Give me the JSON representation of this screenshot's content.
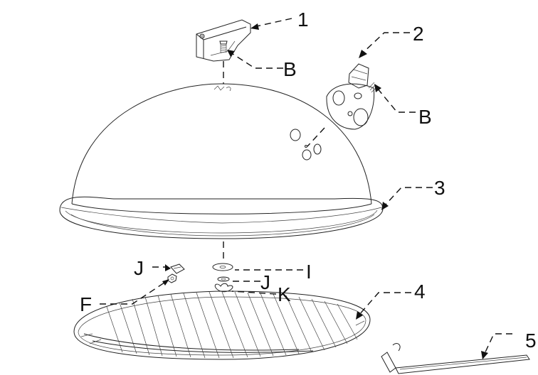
{
  "diagram": {
    "part_numbers": [
      "1",
      "2",
      "3",
      "4",
      "5"
    ],
    "callouts": {
      "b_upper": "B",
      "b_lower": "B",
      "i": "I",
      "j_left": "J",
      "j_right": "J",
      "k": "K",
      "f": "F"
    }
  }
}
